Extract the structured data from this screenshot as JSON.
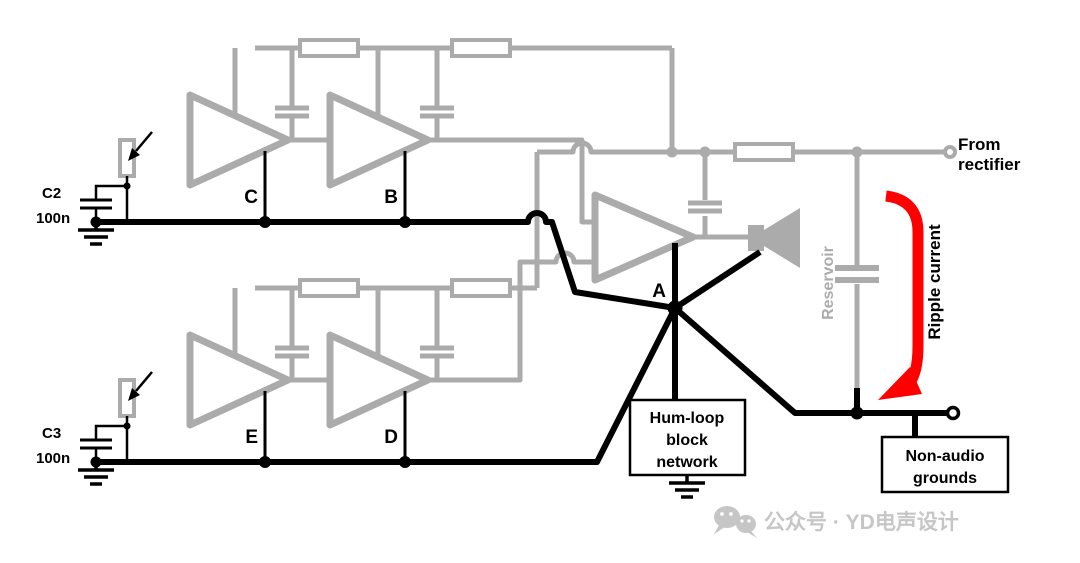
{
  "diagram": {
    "components": {
      "c2_label": "C2",
      "c2_value": "100n",
      "c3_label": "C3",
      "c3_value": "100n"
    },
    "nodes": {
      "a": "A",
      "b": "B",
      "c": "C",
      "d": "D",
      "e": "E"
    },
    "annotations": {
      "from_rectifier": [
        "From",
        "rectifier"
      ],
      "reservoir": "Reservoir",
      "ripple_current": "Ripple current",
      "hum_loop": [
        "Hum-loop",
        "block",
        "network"
      ],
      "non_audio": [
        "Non-audio",
        "grounds"
      ]
    },
    "watermark": "公众号 · YD电声设计",
    "colors": {
      "circuit_gray": "#ababab",
      "ground_black": "#000000",
      "ripple_red": "#ff0000",
      "watermark_gray": "#c6c6c6"
    }
  }
}
